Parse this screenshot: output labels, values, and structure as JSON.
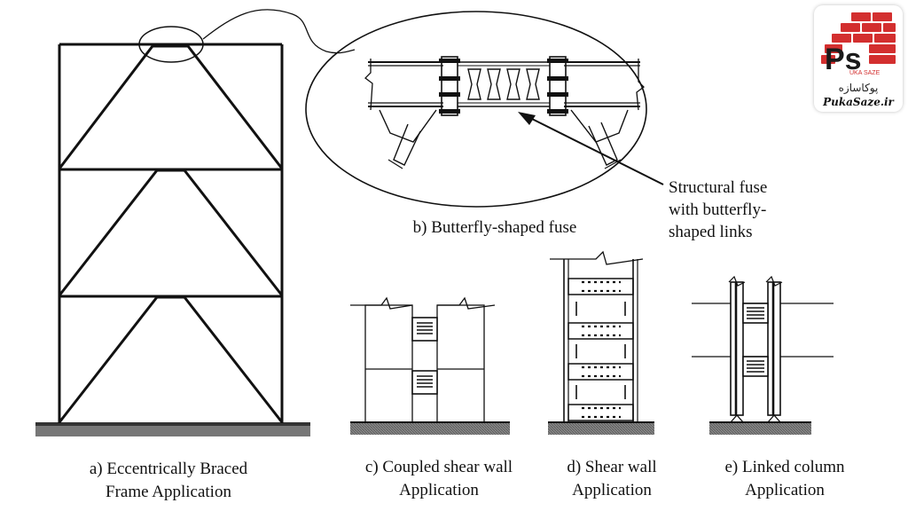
{
  "captions": {
    "a_line1": "a) Eccentrically Braced",
    "a_line2": "Frame Application",
    "b": "b) Butterfly-shaped fuse",
    "c_line1": "c) Coupled shear wall",
    "c_line2": "Application",
    "d_line1": "d) Shear wall",
    "d_line2": "Application",
    "e_line1": "e) Linked column",
    "e_line2": "Application"
  },
  "callout": {
    "line1": "Structural fuse",
    "line2": "with butterfly-",
    "line3": "shaped links"
  },
  "logo": {
    "mark": "Ps",
    "tagline": "UKA SAZE",
    "persian": "پوکاسازه",
    "site": "PukaSaze.ir",
    "brand_color": "#d32f2f"
  }
}
